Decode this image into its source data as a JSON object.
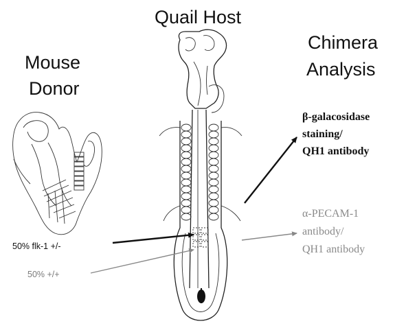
{
  "headings": {
    "host": "Quail Host",
    "donor_line1": "Mouse",
    "donor_line2": "Donor",
    "analysis_line1": "Chimera",
    "analysis_line2": "Analysis"
  },
  "cell_labels": {
    "flk_heterozygous": "50% flk-1 +/-",
    "wild_type": "50% +/+"
  },
  "analysis_methods": {
    "primary": {
      "line1": "β-galacosidase",
      "line2": "staining/",
      "line3": "QH1 antibody"
    },
    "secondary": {
      "line1": "α-PECAM-1",
      "line2": "antibody/",
      "line3": "QH1 antibody"
    }
  },
  "colors": {
    "primary_ink": "#111111",
    "secondary_ink": "#8a8a8a"
  }
}
